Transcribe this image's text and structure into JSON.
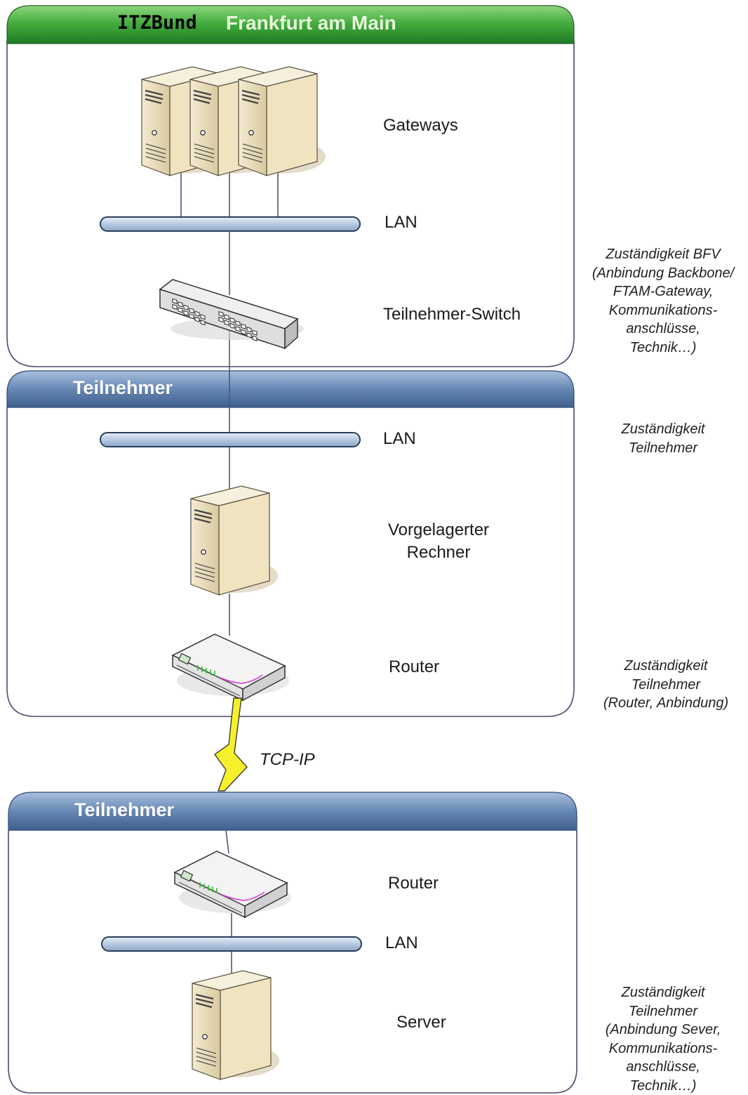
{
  "sections": {
    "top": {
      "org": "ITZBund",
      "location": "Frankfurt am Main"
    },
    "middle": {
      "title": "Teilnehmer"
    },
    "bottom": {
      "title": "Teilnehmer"
    }
  },
  "labels": {
    "gateways": "Gateways",
    "lan1": "LAN",
    "switch": "Teilnehmer-Switch",
    "lan2": "LAN",
    "vorgelagert_line1": "Vorgelagerter",
    "vorgelagert_line2": "Rechner",
    "router1": "Router",
    "link": "TCP-IP",
    "router2": "Router",
    "lan3": "LAN",
    "server": "Server"
  },
  "notes": {
    "bfv": [
      "Zuständigkeit BFV",
      "(Anbindung Backbone/",
      "FTAM-Gateway,",
      "Kommunikations-",
      "anschlüsse,",
      "Technik…)"
    ],
    "teilnehmer_lan": [
      "Zuständigkeit",
      "Teilnehmer"
    ],
    "teilnehmer_router": [
      "Zuständigkeit",
      "Teilnehmer",
      "(Router, Anbindung)"
    ],
    "teilnehmer_server": [
      "Zuständigkeit",
      "Teilnehmer",
      "(Anbindung Sever,",
      "Kommunikations-",
      "anschlüsse,",
      "Technik…)"
    ]
  },
  "icons": {
    "gateway_servers": "server-tower-icon",
    "switch": "network-switch-icon",
    "computer": "server-tower-icon",
    "router": "router-icon",
    "lightning": "lightning-link-icon"
  },
  "colors": {
    "green_header": "#3fa83c",
    "blue_header": "#5577a4",
    "frame_stroke": "#4a4a6e",
    "bus_fill": "#b7cbe1",
    "lightning": "#f6f02a"
  }
}
